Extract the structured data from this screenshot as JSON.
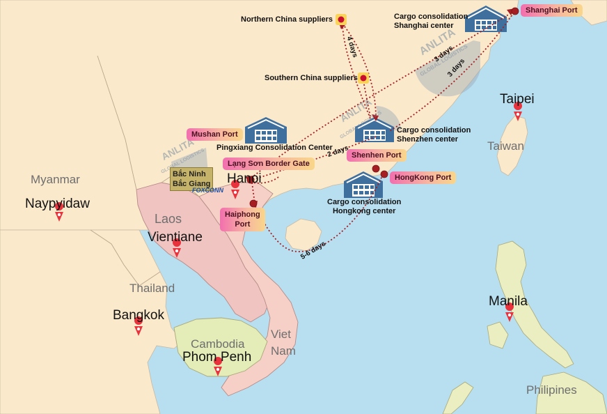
{
  "map": {
    "countries": {
      "myanmar": "Myanmar",
      "laos": "Laos",
      "thailand": "Thailand",
      "cambodia": "Cambodia",
      "viet": "Viet",
      "nam": "Nam",
      "taiwan": "Taiwan",
      "philippines": "Philipines"
    },
    "cities": {
      "naypyidaw": "Naypyidaw",
      "vientiane": "Vientiane",
      "bangkok": "Bangkok",
      "phnom_penh": "Phom Penh",
      "hanoi": "Hanoi",
      "taipei": "Taipei",
      "manila": "Manila"
    },
    "ports": {
      "shanghai": "Shanghai Port",
      "shenzhen": "Shenhen Port",
      "hongkong": "HongKong Port",
      "mushan": "Mushan Port",
      "lang_son": "Lạng Sơn Border Gate",
      "haiphong_line1": "Haiphong",
      "haiphong_line2": "Port"
    },
    "centers": {
      "shanghai_line1": "Cargo consolidation",
      "shanghai_line2": "Shanghai center",
      "shenzhen_line1": "Cargo consolidation",
      "shenzhen_line2": "Shenzhen center",
      "hongkong_line1": "Cargo consolidation",
      "hongkong_line2": "Hongkong center",
      "pingxiang": "Pingxiang Consolidation Center"
    },
    "suppliers": {
      "northern": "Northern China suppliers",
      "southern": "Southern China suppliers"
    },
    "bac_ninh": {
      "line1": "Bắc Ninh",
      "line2": "Bắc Giang"
    },
    "foxconn": "FOXCONN",
    "transit": {
      "north_south": "4 days",
      "shanghai_1": "3 days",
      "shanghai_2": "3 days",
      "shenzhen": "2 days",
      "haiphong": "5-6 days"
    },
    "watermark": {
      "brand": "ANLITA",
      "sub": "GLOBAL LOGISTICS"
    },
    "colors": {
      "sea": "#b8dff0",
      "china": "#fbe9cc",
      "laos": "#f0c4c0",
      "vietnam": "#f6d0c6",
      "cambodia": "#e4ecb8",
      "philippines": "#eaeec0",
      "route": "#a51e22"
    }
  }
}
